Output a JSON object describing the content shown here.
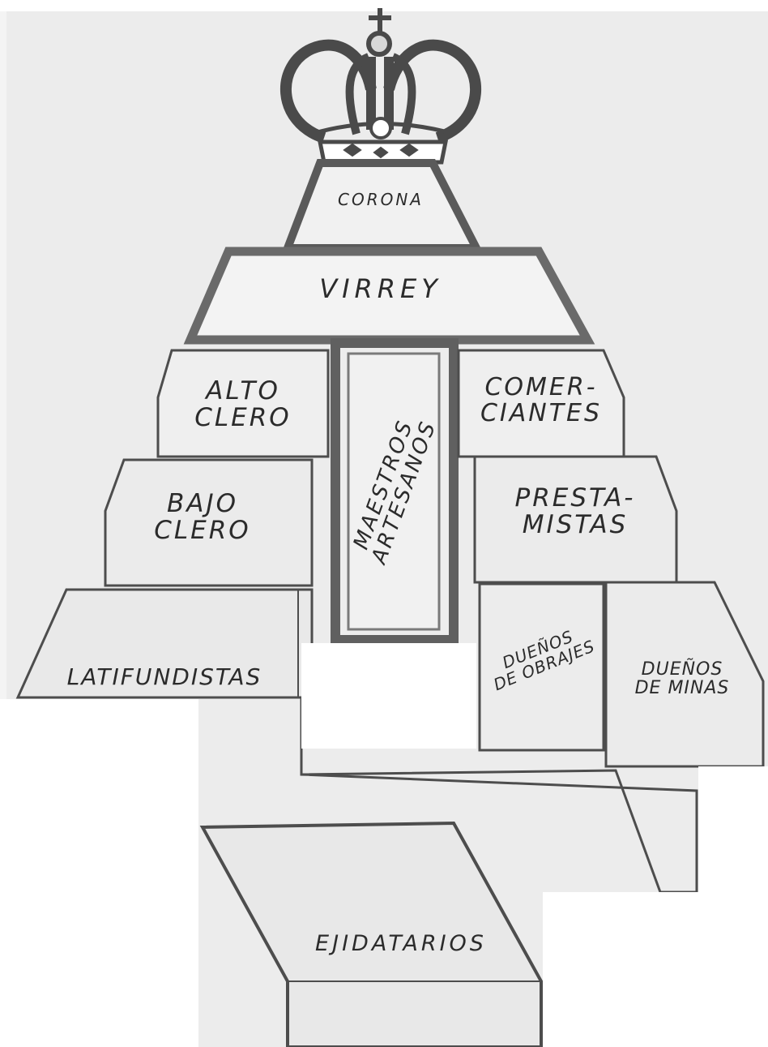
{
  "diagram": {
    "colors": {
      "paper": "#e7e7e7",
      "paper_light": "#efefef",
      "ink": "#4a4a4a",
      "frame": "#6e6e6e",
      "text": "#2b2b2b",
      "blank": "#ffffff"
    },
    "crown_icon": "crown-icon",
    "labels": {
      "corona": "CORONA",
      "virrey": "VIRREY",
      "alto_clero": [
        "ALTO",
        "CLERO"
      ],
      "comerciantes": [
        "COMER-",
        "CIANTES"
      ],
      "maestros_artesanos": [
        "MAESTROS",
        "ARTESANOS"
      ],
      "bajo_clero": [
        "BAJO",
        "CLERO"
      ],
      "prestamistas": [
        "PRESTA-",
        "MISTAS"
      ],
      "latifundistas": "LATIFUNDISTAS",
      "duenos_obrajes": [
        "DUEÑOS",
        "DE OBRAJES"
      ],
      "duenos_minas": [
        "DUEÑOS",
        "DE MINAS"
      ],
      "ejidatarios": "EJIDATARIOS"
    }
  }
}
